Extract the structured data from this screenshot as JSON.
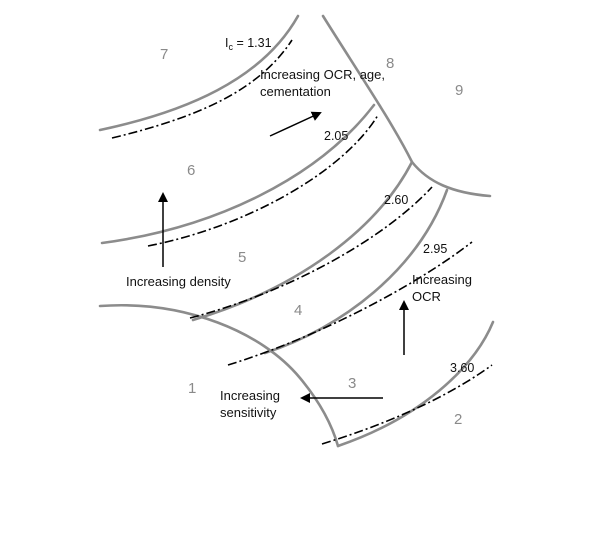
{
  "zones": [
    "1",
    "2",
    "3",
    "4",
    "5",
    "6",
    "7",
    "8",
    "9"
  ],
  "ic_labels": {
    "ic_prefix": "I",
    "ic_sub": "c",
    "v131": " = 1.31",
    "v205": "2.05",
    "v260": "2.60",
    "v295": "2.95",
    "v360": "3.60"
  },
  "annotations": {
    "ocr_age_line1": "Increasing OCR, age,",
    "ocr_age_line2": "cementation",
    "density": "Increasing density",
    "ocr_line1": "Increasing",
    "ocr_line2": "OCR",
    "sens_line1": "Increasing",
    "sens_line2": "sensitivity"
  },
  "colors": {
    "boundary": "#8c8c8c",
    "ic_curve": "#000000",
    "zone_number": "#8a8a8a",
    "text": "#111111"
  }
}
